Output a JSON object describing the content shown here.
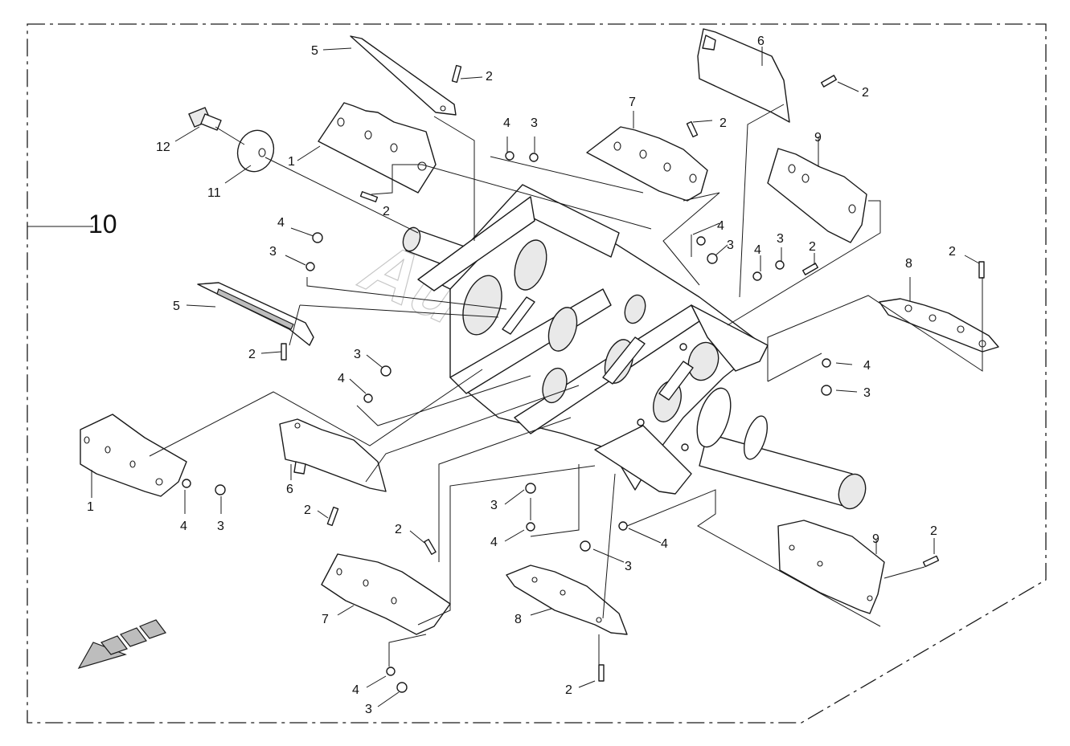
{
  "diagram": {
    "assembly_label": "10",
    "watermark": "AutoSoft",
    "callouts": {
      "c01": "5",
      "c02": "2",
      "c03": "6",
      "c04": "2",
      "c05": "12",
      "c06": "1",
      "c07": "11",
      "c08": "2",
      "c09": "4",
      "c10": "3",
      "c11": "7",
      "c12": "2",
      "c13": "9",
      "c14": "4",
      "c15": "3",
      "c16": "3",
      "c17": "4",
      "c18": "4",
      "c19": "3",
      "c20": "2",
      "c21": "2",
      "c22": "8",
      "c23": "5",
      "c24": "2",
      "c25": "3",
      "c26": "4",
      "c27": "4",
      "c28": "3",
      "c29": "1",
      "c30": "4",
      "c31": "3",
      "c32": "6",
      "c33": "2",
      "c34": "2",
      "c35": "3",
      "c36": "4",
      "c37": "4",
      "c38": "3",
      "c39": "9",
      "c40": "2",
      "c41": "7",
      "c42": "8",
      "c43": "4",
      "c44": "3",
      "c45": "2"
    }
  }
}
